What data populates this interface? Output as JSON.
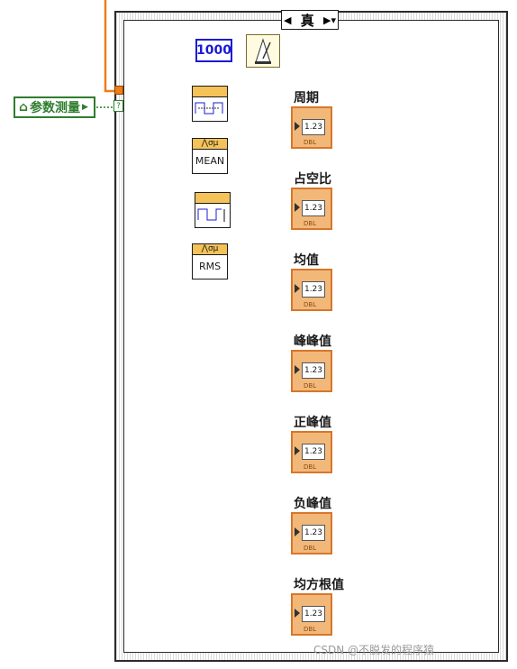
{
  "case_selector": {
    "value": "真"
  },
  "control": {
    "label": "参数测量",
    "terminal": "?"
  },
  "constant": {
    "value": "1000"
  },
  "functions": [
    {
      "name": "period-vi",
      "label": ""
    },
    {
      "name": "mean-vi",
      "label": "MEAN",
      "header": "⋀σμ"
    },
    {
      "name": "amplitude-vi",
      "label": ""
    },
    {
      "name": "rms-vi",
      "label": "RMS",
      "header": "⋀σμ"
    }
  ],
  "indicators": [
    {
      "label": "周期",
      "display": "1.23",
      "type": "DBL"
    },
    {
      "label": "占空比",
      "display": "1.23",
      "type": "DBL"
    },
    {
      "label": "均值",
      "display": "1.23",
      "type": "DBL"
    },
    {
      "label": "峰峰值",
      "display": "1.23",
      "type": "DBL"
    },
    {
      "label": "正峰值",
      "display": "1.23",
      "type": "DBL"
    },
    {
      "label": "负峰值",
      "display": "1.23",
      "type": "DBL"
    },
    {
      "label": "均方根值",
      "display": "1.23",
      "type": "DBL"
    }
  ],
  "watermark": "CSDN @不脱发的程序猿",
  "colors": {
    "wire": "#ee7d1a",
    "control": "#2f7d2f",
    "constant": "#1b1bd6"
  }
}
